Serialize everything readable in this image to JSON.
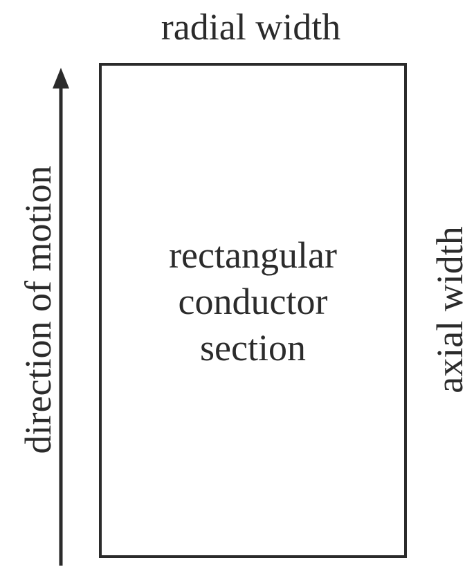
{
  "diagram": {
    "top_label": "radial width",
    "left_label": "direction of motion",
    "right_label": "axial width",
    "center_label_lines": [
      "rectangular",
      "conductor",
      "section"
    ],
    "colors": {
      "stroke": "#2b2b2b",
      "background": "#ffffff"
    }
  }
}
